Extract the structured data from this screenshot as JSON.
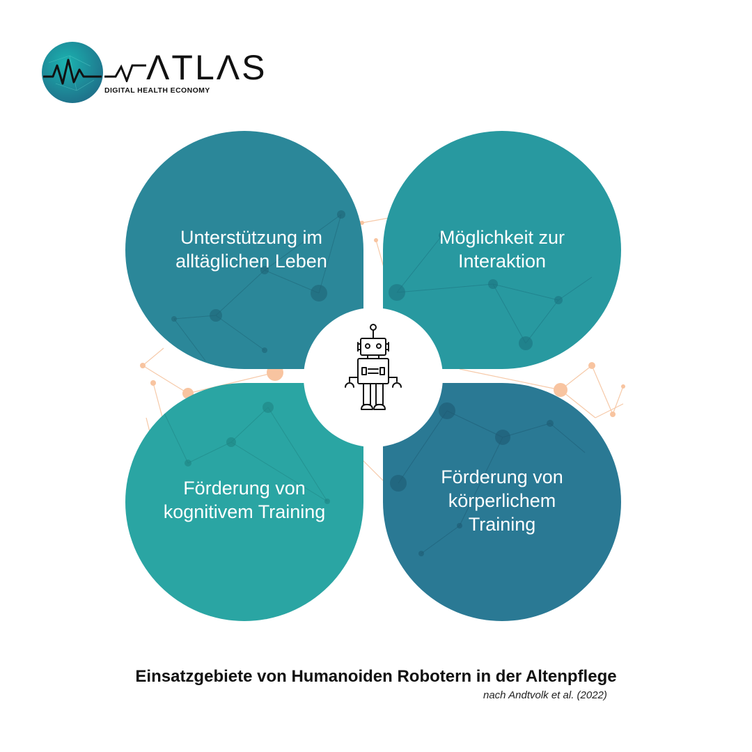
{
  "logo": {
    "name": "ΛTLΛS",
    "tagline": "DIGITAL HEALTH ECONOMY"
  },
  "diagram": {
    "center_icon": "robot-icon",
    "quadrants": [
      {
        "id": "top-left",
        "lines": [
          "Unterstützung im",
          "alltäglichen Leben"
        ],
        "color": "#2b8799"
      },
      {
        "id": "top-right",
        "lines": [
          "Möglichkeit zur",
          "Interaktion"
        ],
        "color": "#2899a0"
      },
      {
        "id": "bottom-left",
        "lines": [
          "Förderung von",
          "kognitivem Training"
        ],
        "color": "#2aa5a3"
      },
      {
        "id": "bottom-right",
        "lines": [
          "Förderung von",
          "körperlichem",
          "Training"
        ],
        "color": "#2a7994"
      }
    ]
  },
  "caption": {
    "title": "Einsatzgebiete von Humanoiden Robotern in der Altenpflege",
    "source": "nach Andtvolk et al. (2022)"
  },
  "colors": {
    "network_line": "#f6c9a8",
    "network_node": "#f8c4a0",
    "text": "#111111"
  }
}
